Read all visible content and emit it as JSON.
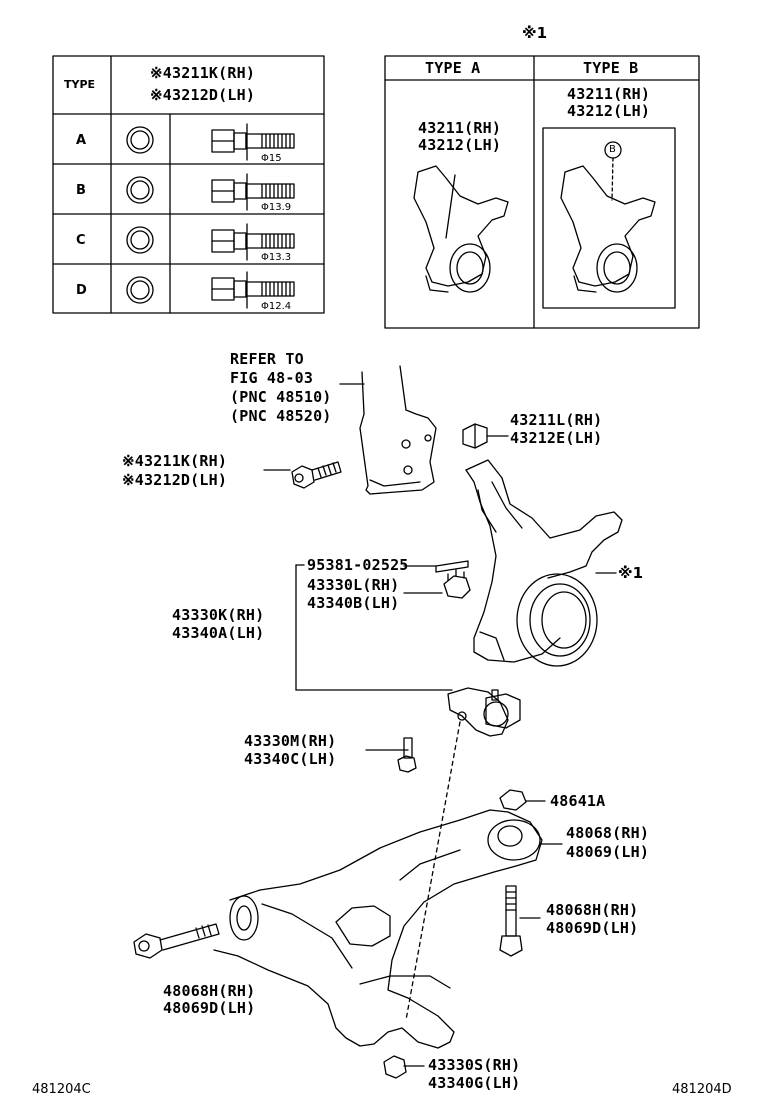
{
  "note_mark": "※1",
  "type_table": {
    "header_type": "TYPE",
    "header_part_rh": "※43211K(RH)",
    "header_part_lh": "※43212D(LH)",
    "rows": [
      {
        "type": "A",
        "diameter": "Φ15"
      },
      {
        "type": "B",
        "diameter": "Φ13.9"
      },
      {
        "type": "C",
        "diameter": "Φ13.3"
      },
      {
        "type": "D",
        "diameter": "Φ12.4"
      }
    ]
  },
  "knuckle_box": {
    "type_a": "TYPE A",
    "type_b": "TYPE B",
    "a_part_rh": "43211(RH)",
    "a_part_lh": "43212(LH)",
    "b_part_rh": "43211(RH)",
    "b_part_lh": "43212(LH)",
    "b_circle": "B"
  },
  "refer": {
    "line1": "REFER TO",
    "line2": "FIG 48-03",
    "line3": "(PNC 48510)",
    "line4": "(PNC 48520)"
  },
  "labels": {
    "bolt_rh": "※43211K(RH)",
    "bolt_lh": "※43212D(LH)",
    "nut_top_rh": "43211L(RH)",
    "nut_top_lh": "43212E(LH)",
    "knuckle_mark": "※1",
    "pin": "95381-02525",
    "castle_nut_rh": "43330L(RH)",
    "castle_nut_lh": "43340B(LH)",
    "ball_joint_rh": "43330K(RH)",
    "ball_joint_lh": "43340A(LH)",
    "bj_bolt_rh": "43330M(RH)",
    "bj_bolt_lh": "43340C(LH)",
    "nut_48641": "48641A",
    "bushing_rh": "48068(RH)",
    "bushing_lh": "48069(LH)",
    "arm_bolt_right_rh": "48068H(RH)",
    "arm_bolt_right_lh": "48069D(LH)",
    "arm_bolt_left_rh": "48068H(RH)",
    "arm_bolt_left_lh": "48069D(LH)",
    "bottom_nut_rh": "43330S(RH)",
    "bottom_nut_lh": "43340G(LH)"
  },
  "codes": {
    "left": "481204C",
    "right": "481204D"
  }
}
